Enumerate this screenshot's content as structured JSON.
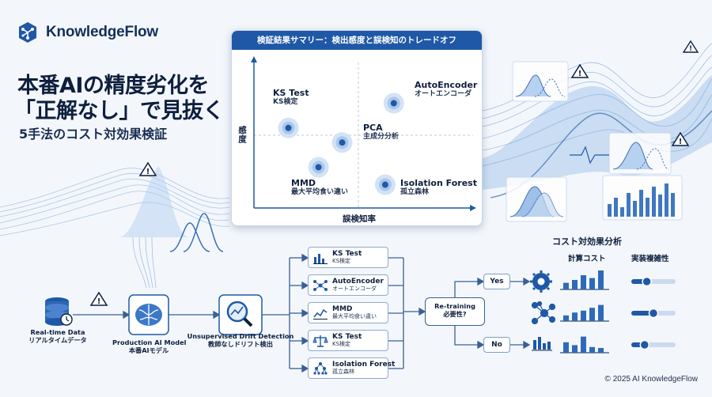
{
  "brand": {
    "name": "KnowledgeFlow"
  },
  "headline": {
    "line1": "本番AIの精度劣化を",
    "line2": "「正解なし」で見抜く",
    "subtitle": "5手法のコスト対効果検証"
  },
  "summary_panel": {
    "title": "検証結果サマリー：検出感度と誤検知のトレードオフ",
    "y_axis_label": "感度",
    "x_axis_label": "誤検知率"
  },
  "chart_data": {
    "type": "scatter",
    "title": "検証結果サマリー：検出感度と誤検知のトレードオフ",
    "xlabel": "誤検知率",
    "ylabel": "感度",
    "xlim": [
      0,
      1
    ],
    "ylim": [
      0,
      1
    ],
    "points": [
      {
        "label": "KS Test",
        "sublabel": "KS検定",
        "x": 0.16,
        "y": 0.55
      },
      {
        "label": "AutoEncoder",
        "sublabel": "オートエンコーダ",
        "x": 0.65,
        "y": 0.72
      },
      {
        "label": "PCA",
        "sublabel": "主成分分析",
        "x": 0.41,
        "y": 0.45
      },
      {
        "label": "MMD",
        "sublabel": "最大平均食い違い",
        "x": 0.3,
        "y": 0.28
      },
      {
        "label": "Isolation Forest",
        "sublabel": "孤立森林",
        "x": 0.61,
        "y": 0.16
      }
    ]
  },
  "pipeline": {
    "source": {
      "label1": "Real-time Data",
      "label2": "リアルタイムデータ"
    },
    "model": {
      "label1": "Production AI Model",
      "label2": "本番AIモデル"
    },
    "detector": {
      "label1": "Unsupervised Drift Detection",
      "label2": "教師なしドリフト検出"
    },
    "methods": [
      {
        "name": "KS Test",
        "sub": "KS検定",
        "icon": "bar-chart-icon"
      },
      {
        "name": "AutoEncoder",
        "sub": "オートエンコーダ",
        "icon": "neural-net-icon"
      },
      {
        "name": "MMD",
        "sub": "最大平均食い違い",
        "icon": "line-chart-icon"
      },
      {
        "name": "KS Test",
        "sub": "KS検定",
        "icon": "scale-icon"
      },
      {
        "name": "Isolation Forest",
        "sub": "孤立森林",
        "icon": "tree-icon"
      }
    ],
    "decision": {
      "label1": "Re-training",
      "label2": "必要性?"
    },
    "yes": "Yes",
    "no": "No"
  },
  "cost_analysis": {
    "title": "コスト対効果分析",
    "col1": "計算コスト",
    "col2": "実装複雑性",
    "rows": [
      {
        "icon": "gear-icon",
        "bars": [
          0.35,
          0.5,
          0.75,
          0.6,
          1.0
        ],
        "slider": 0.35
      },
      {
        "icon": "network-icon",
        "bars": [
          0.3,
          0.45,
          0.55,
          0.7,
          0.85
        ],
        "slider": 0.5
      },
      {
        "icon": "bar-chart-icon",
        "bars": [
          0.55,
          0.4,
          0.85,
          0.3,
          0.25
        ],
        "slider": 0.3
      }
    ]
  },
  "copyright": "© 2025 AI KnowledgeFlow",
  "colors": {
    "primary": "#1f58a6",
    "dark": "#0e1f3d",
    "light": "#cfe0f5"
  }
}
